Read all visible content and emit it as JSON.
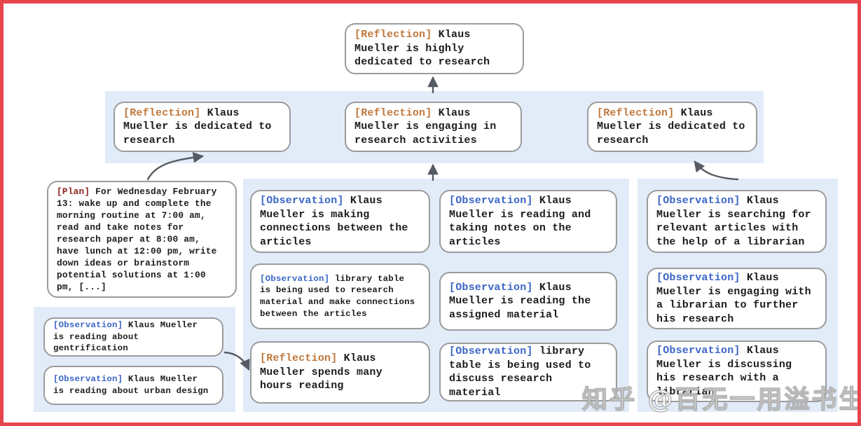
{
  "colors": {
    "border": "#e7454e",
    "band": "#e2ecf9",
    "box_border": "#9b9b9b",
    "text": "#1c1c1c",
    "reflection": "#c0773a",
    "observation": "#3a66c6",
    "plan": "#8e2420",
    "arrow": "#565b61",
    "background": "#ffffff"
  },
  "watermark": {
    "text": "知乎 @百无一用溢书生"
  },
  "nodes": {
    "root": {
      "tag": "[Reflection]",
      "text": "Klaus Mueller is highly dedicated to research"
    },
    "reflLeft": {
      "tag": "[Reflection]",
      "text": "Klaus Mueller is dedicated to research"
    },
    "reflMid": {
      "tag": "[Reflection]",
      "text": "Klaus Mueller is engaging in research activities"
    },
    "reflRight": {
      "tag": "[Reflection]",
      "text": "Klaus Mueller is dedicated to research"
    },
    "plan": {
      "tag": "[Plan]",
      "text": "For Wednesday February 13: wake up and complete the morning routine at 7:00 am, read and take notes for research paper at 8:00 am, have lunch at 12:00 pm, write down ideas or brainstorm potential solutions at 1:00 pm, [...]"
    },
    "obsGentrification": {
      "tag": "[Observation]",
      "text": "Klaus Mueller is reading about gentrification"
    },
    "obsUrban": {
      "tag": "[Observation]",
      "text": "Klaus Mueller is reading about urban design"
    },
    "obsConnections": {
      "tag": "[Observation]",
      "text": "Klaus Mueller is making connections between the articles"
    },
    "obsLibResearch": {
      "tag": "[Observation]",
      "text": "library table is being used to research material and make connections between the articles"
    },
    "reflHours": {
      "tag": "[Reflection]",
      "text": "Klaus Mueller spends many hours reading"
    },
    "obsNotes": {
      "tag": "[Observation]",
      "text": "Klaus Mueller is reading and taking notes on the articles"
    },
    "obsAssigned": {
      "tag": "[Observation]",
      "text": "Klaus Mueller is reading the assigned material"
    },
    "obsLibDiscuss": {
      "tag": "[Observation]",
      "text": "library table is being used to discuss research material"
    },
    "obsSearching": {
      "tag": "[Observation]",
      "text": "Klaus Mueller is searching for relevant articles with the help of a librarian"
    },
    "obsEngaging": {
      "tag": "[Observation]",
      "text": "Klaus Mueller is engaging with a librarian to further his research"
    },
    "obsDiscussing": {
      "tag": "[Observation]",
      "text": "Klaus Mueller is discussing his research with a librarian"
    }
  }
}
